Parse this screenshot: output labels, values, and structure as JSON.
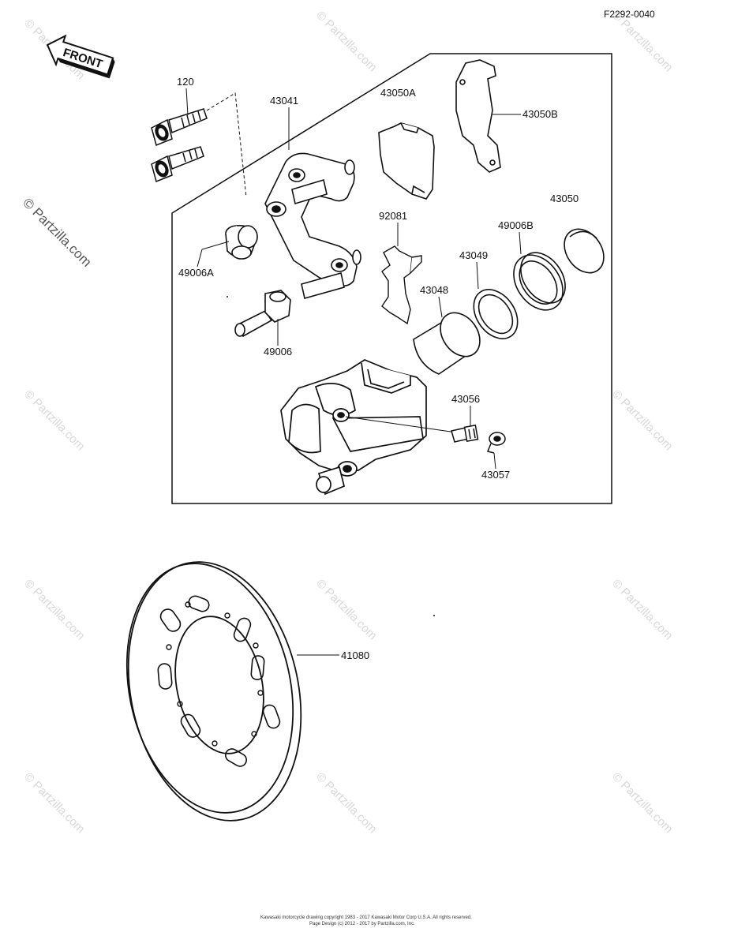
{
  "diagram": {
    "reference_code": "F2292-0040",
    "front_arrow_label": "FRONT",
    "callouts": {
      "p120": "120",
      "p43041": "43041",
      "p43050A": "43050A",
      "p43050B": "43050B",
      "p43050": "43050",
      "p92081": "92081",
      "p49006B": "49006B",
      "p43049": "43049",
      "p49006A": "49006A",
      "p43048": "43048",
      "p49006": "49006",
      "p43056": "43056",
      "p43057": "43057",
      "p41080": "41080"
    },
    "watermark": "© Partzilla.com",
    "footer": {
      "line1": "Kawasaki motorcycle drawing copyright 1983 - 2017 Kawasaki Motor Corp U.S.A. All rights reserved.",
      "line2": "Page Design (c) 2012 - 2017 by Partzilla.com, Inc."
    }
  }
}
